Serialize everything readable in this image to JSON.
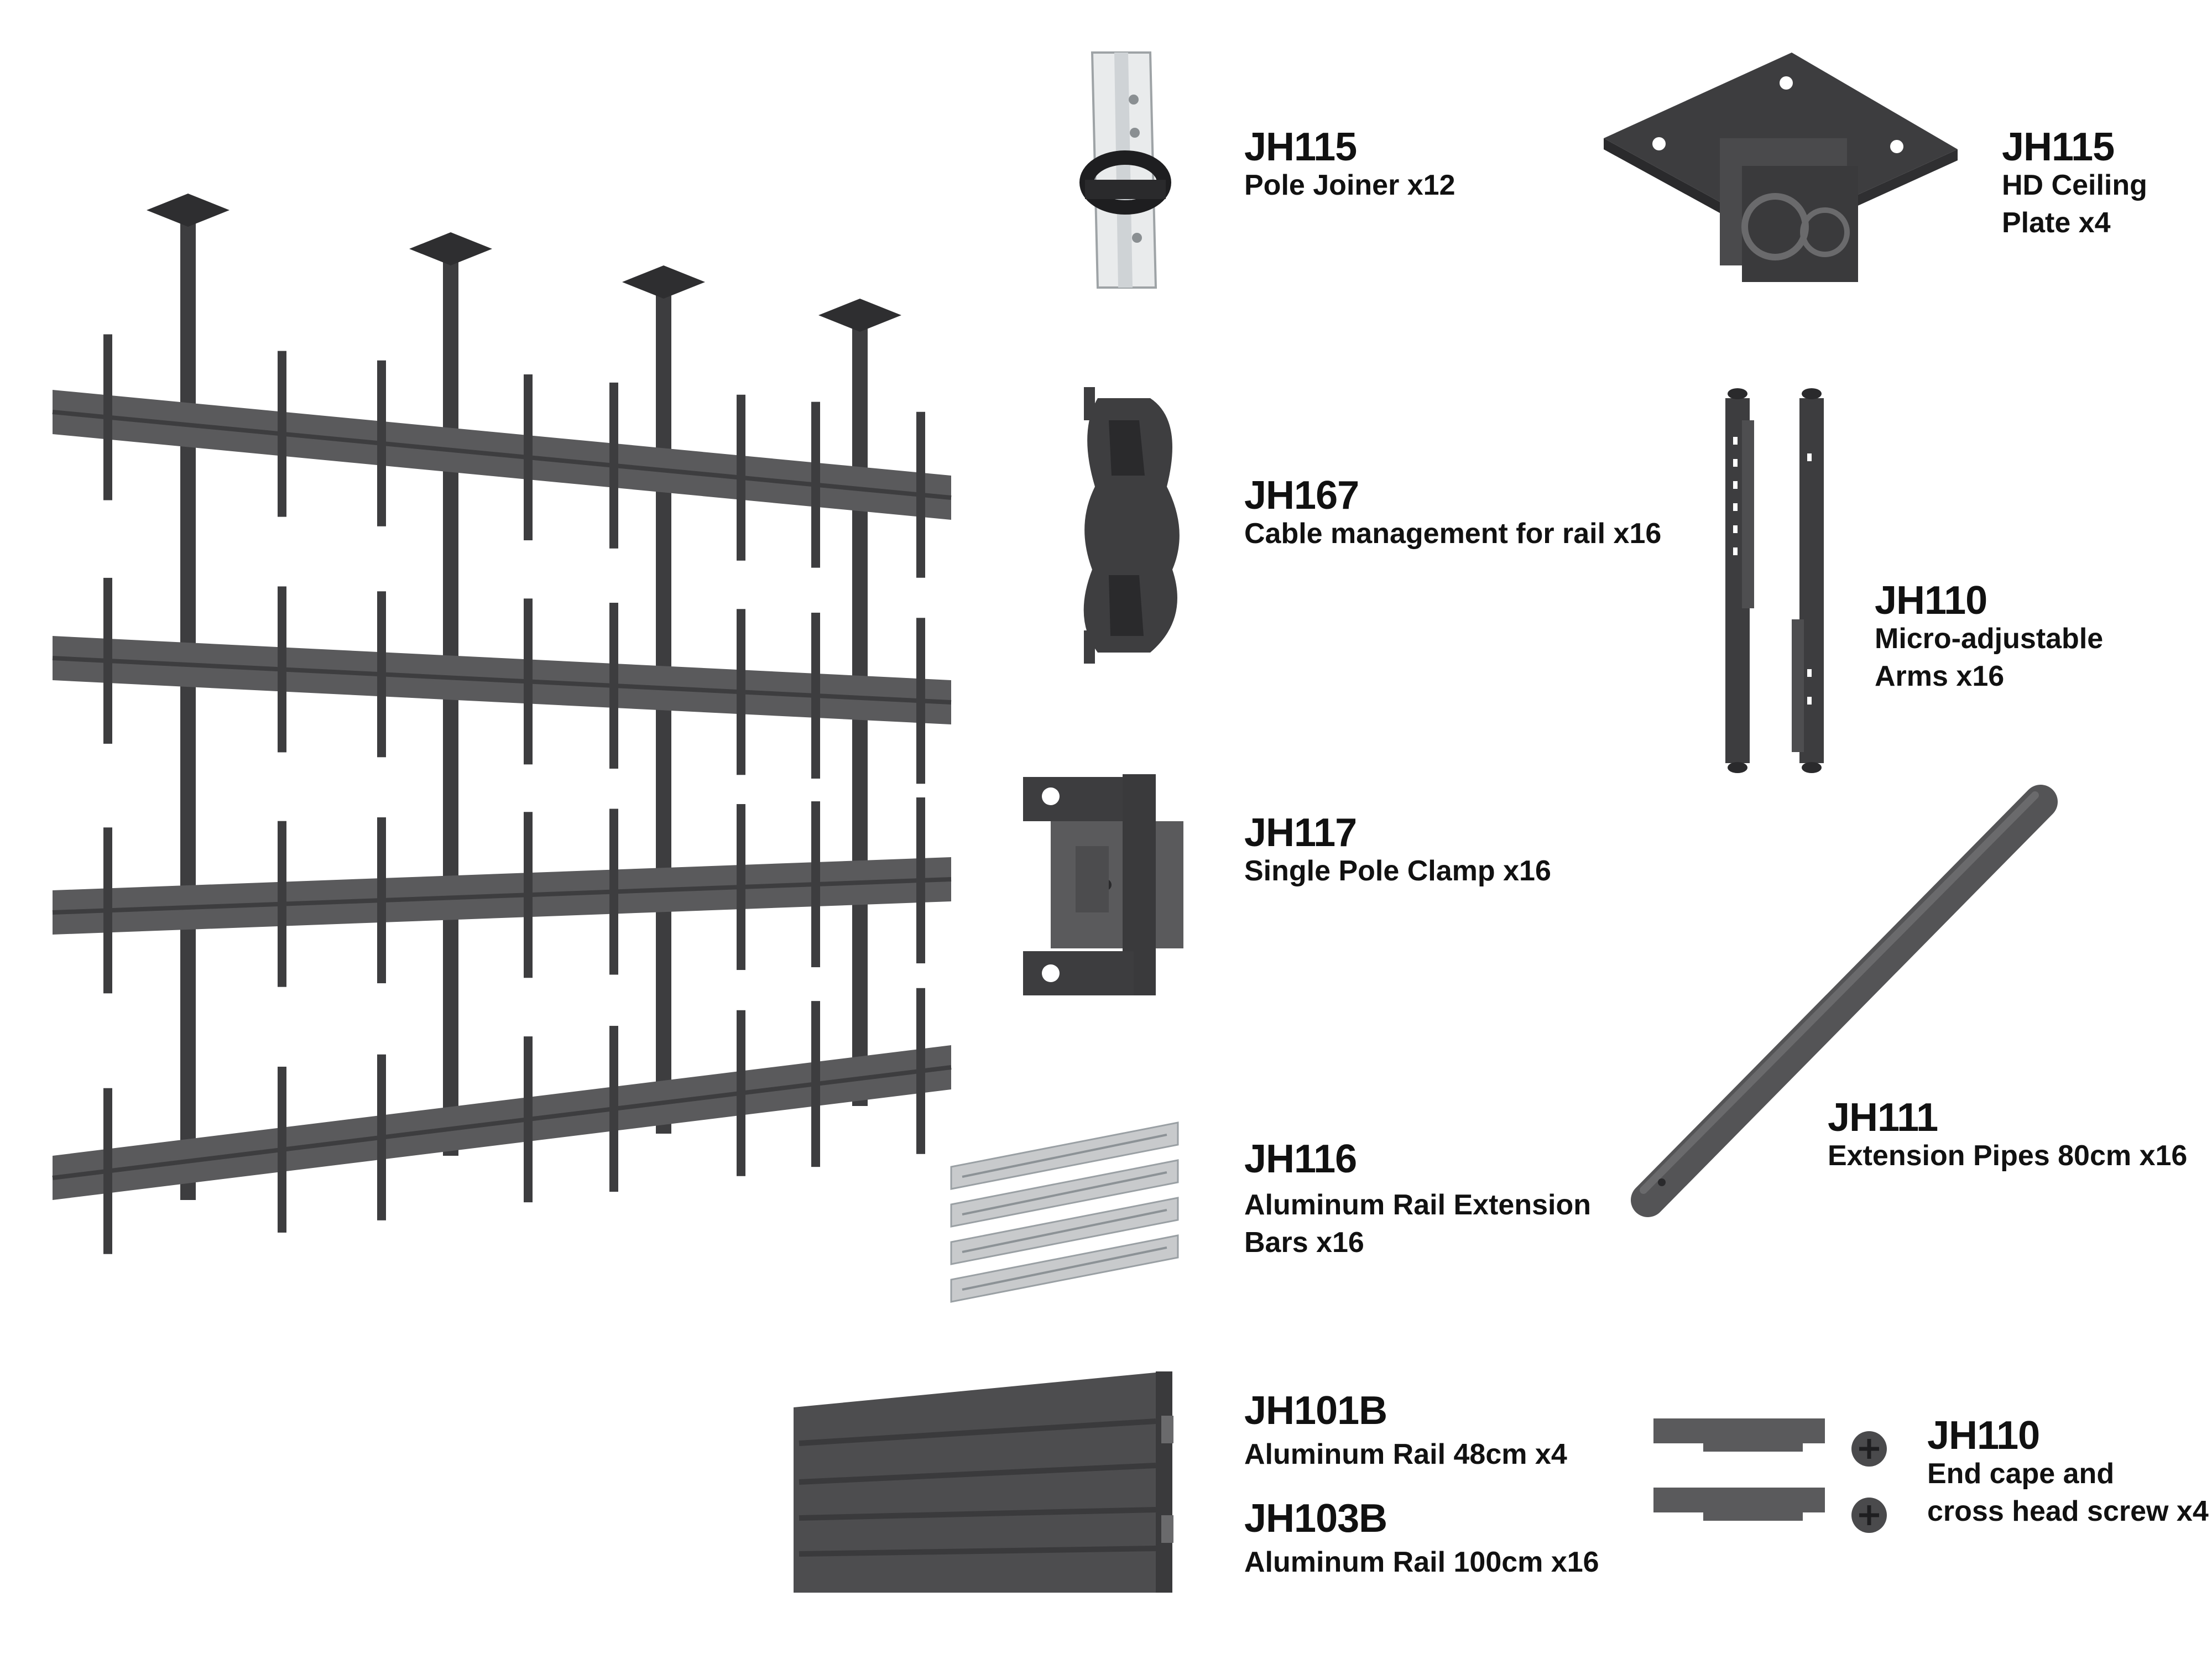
{
  "parts": [
    {
      "id": "pole-joiner",
      "code": "JH115",
      "desc": "Pole Joiner x12"
    },
    {
      "id": "hd-ceiling-plate",
      "code": "JH115",
      "desc": "HD Ceiling\nPlate x4"
    },
    {
      "id": "cable-management",
      "code": "JH167",
      "desc": "Cable management for rail x16"
    },
    {
      "id": "micro-adjustable-arms",
      "code": "JH110",
      "desc": "Micro-adjustable\nArms x16"
    },
    {
      "id": "single-pole-clamp",
      "code": "JH117",
      "desc": "Single Pole Clamp x16"
    },
    {
      "id": "extension-pipes",
      "code": "JH111",
      "desc": "Extension Pipes 80cm x16"
    },
    {
      "id": "rail-extension-bars",
      "code": "JH116",
      "desc": "Aluminum Rail Extension\nBars x16"
    },
    {
      "id": "aluminum-rail-48",
      "code": "JH101B",
      "desc": "Aluminum Rail 48cm x4"
    },
    {
      "id": "aluminum-rail-100",
      "code": "JH103B",
      "desc": "Aluminum Rail 100cm x16"
    },
    {
      "id": "end-cape-screw",
      "code": "JH110",
      "desc": "End cape and\ncross head screw x4"
    }
  ],
  "colors": {
    "metal_dark": "#3d3d3f",
    "metal_mid": "#5a5a5c",
    "metal_light": "#7a7a7c",
    "aluminum": "#c8cacc",
    "white_part": "#e9ebec",
    "text": "#111111"
  }
}
